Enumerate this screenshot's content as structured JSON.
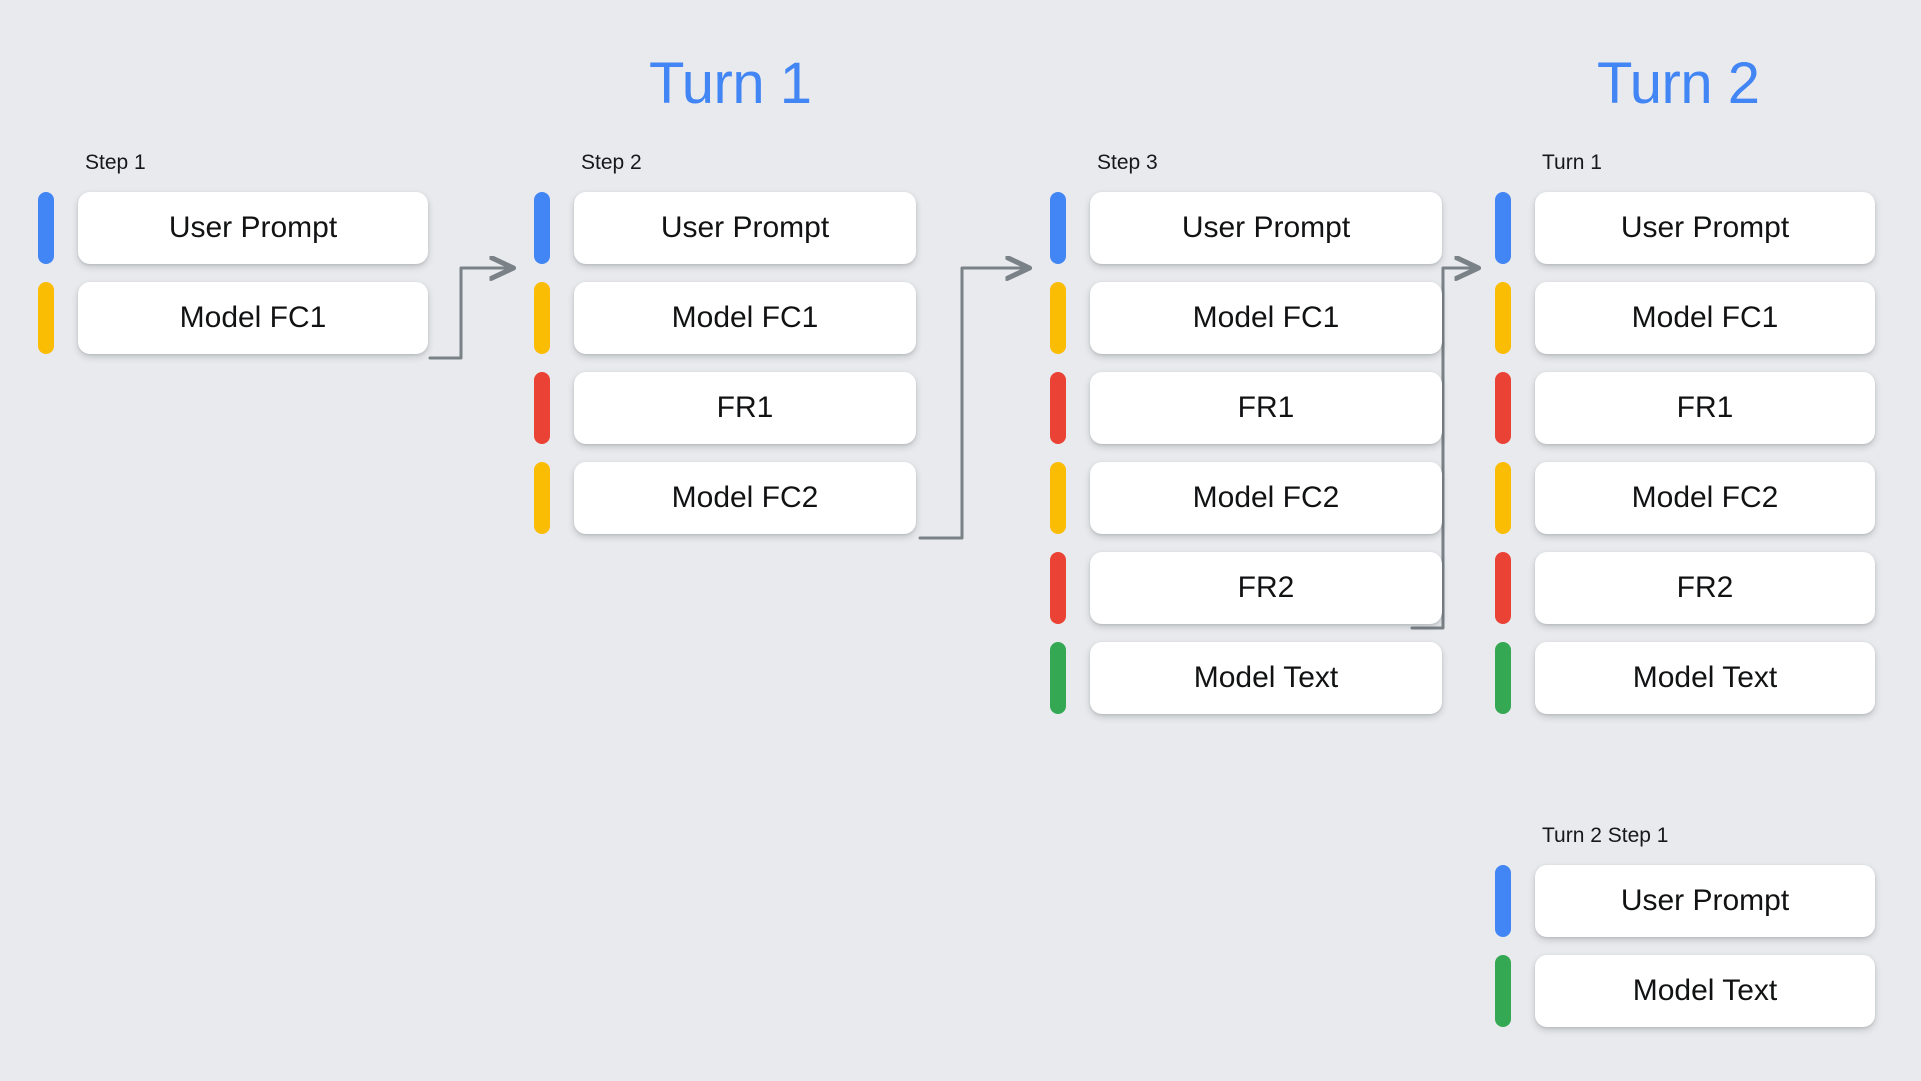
{
  "background_color": "#e8eaed",
  "palette": {
    "blue": "#4285f4",
    "yellow": "#fbbc04",
    "red": "#ea4335",
    "green": "#34a853",
    "connector_gray": "#7a8287",
    "card_white": "#ffffff",
    "title_blue": "#4285f4",
    "text_black": "#111213"
  },
  "titles": {
    "turn_1": "Turn 1",
    "turn_2": "Turn 2"
  },
  "columns": [
    {
      "id": "step-1",
      "label": "Step 1",
      "rows": [
        {
          "color": "blue",
          "label": "User Prompt"
        },
        {
          "color": "yellow",
          "label": "Model FC1"
        }
      ]
    },
    {
      "id": "step-2",
      "label": "Step 2",
      "rows": [
        {
          "color": "blue",
          "label": "User Prompt"
        },
        {
          "color": "yellow",
          "label": "Model FC1"
        },
        {
          "color": "red",
          "label": "FR1"
        },
        {
          "color": "yellow",
          "label": "Model FC2"
        }
      ]
    },
    {
      "id": "step-3",
      "label": "Step 3",
      "rows": [
        {
          "color": "blue",
          "label": "User Prompt"
        },
        {
          "color": "yellow",
          "label": "Model FC1"
        },
        {
          "color": "red",
          "label": "FR1"
        },
        {
          "color": "yellow",
          "label": "Model FC2"
        },
        {
          "color": "red",
          "label": "FR2"
        },
        {
          "color": "green",
          "label": "Model Text"
        }
      ]
    },
    {
      "id": "turn-1",
      "label": "Turn 1",
      "rows": [
        {
          "color": "blue",
          "label": "User Prompt"
        },
        {
          "color": "yellow",
          "label": "Model FC1"
        },
        {
          "color": "red",
          "label": "FR1"
        },
        {
          "color": "yellow",
          "label": "Model FC2"
        },
        {
          "color": "red",
          "label": "FR2"
        },
        {
          "color": "green",
          "label": "Model Text"
        }
      ]
    },
    {
      "id": "turn-2-step-1",
      "label": "Turn 2 Step 1",
      "rows": [
        {
          "color": "blue",
          "label": "User Prompt"
        },
        {
          "color": "green",
          "label": "Model Text"
        }
      ]
    }
  ],
  "connectors": [
    {
      "id": "step1-to-step2",
      "from_row": "Model FC1",
      "to_row": "User Prompt",
      "icon": "arrow-right-icon"
    },
    {
      "id": "step2-to-step3",
      "from_row": "Model FC2",
      "to_row": "User Prompt",
      "icon": "arrow-right-icon"
    },
    {
      "id": "step3-to-turn1",
      "from_row": "FR2",
      "to_row": "User Prompt",
      "icon": "arrow-right-icon"
    }
  ]
}
